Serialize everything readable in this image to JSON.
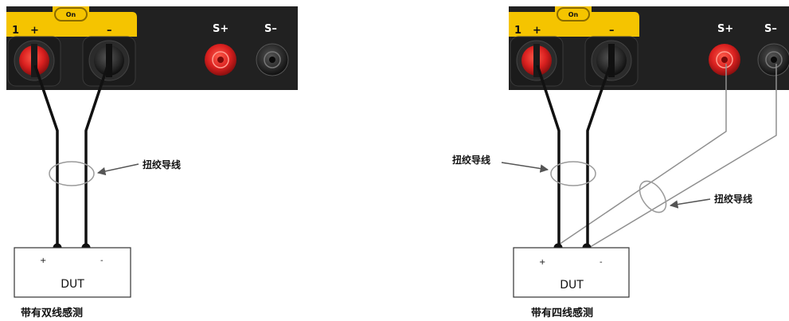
{
  "colors": {
    "panel": "#212121",
    "panel_edge": "#2e2e2e",
    "yellow": "#f5c400",
    "red_terminal": "#d9201f",
    "black_terminal": "#2a2a2a",
    "twisted_wire": "#111111",
    "sense_wire": "#8f8f8f",
    "loop": "#9a9a9a"
  },
  "icons": {
    "output_plus_terminal": "red-binding-post",
    "output_minus_terminal": "black-binding-post",
    "sense_plus_terminal": "red-sense-jack",
    "sense_minus_terminal": "black-sense-jack",
    "on_button": "on-button",
    "pointer_arrow": "arrow-icon"
  },
  "left_diagram": {
    "panel": {
      "channel_label": "1",
      "plus_label": "+",
      "minus_label": "–",
      "on_label": "On",
      "sense_plus_label": "S+",
      "sense_minus_label": "S–"
    },
    "twisted_pair_label": "扭绞导线",
    "dut": {
      "label": "DUT",
      "plus": "+",
      "minus": "-"
    },
    "caption": "带有双线感测"
  },
  "right_diagram": {
    "panel": {
      "channel_label": "1",
      "plus_label": "+",
      "minus_label": "–",
      "on_label": "On",
      "sense_plus_label": "S+",
      "sense_minus_label": "S–"
    },
    "twisted_pair_label": "扭绞导线",
    "sense_pair_label": "扭绞导线",
    "dut": {
      "label": "DUT",
      "plus": "+",
      "minus": "-"
    },
    "caption": "带有四线感测"
  }
}
